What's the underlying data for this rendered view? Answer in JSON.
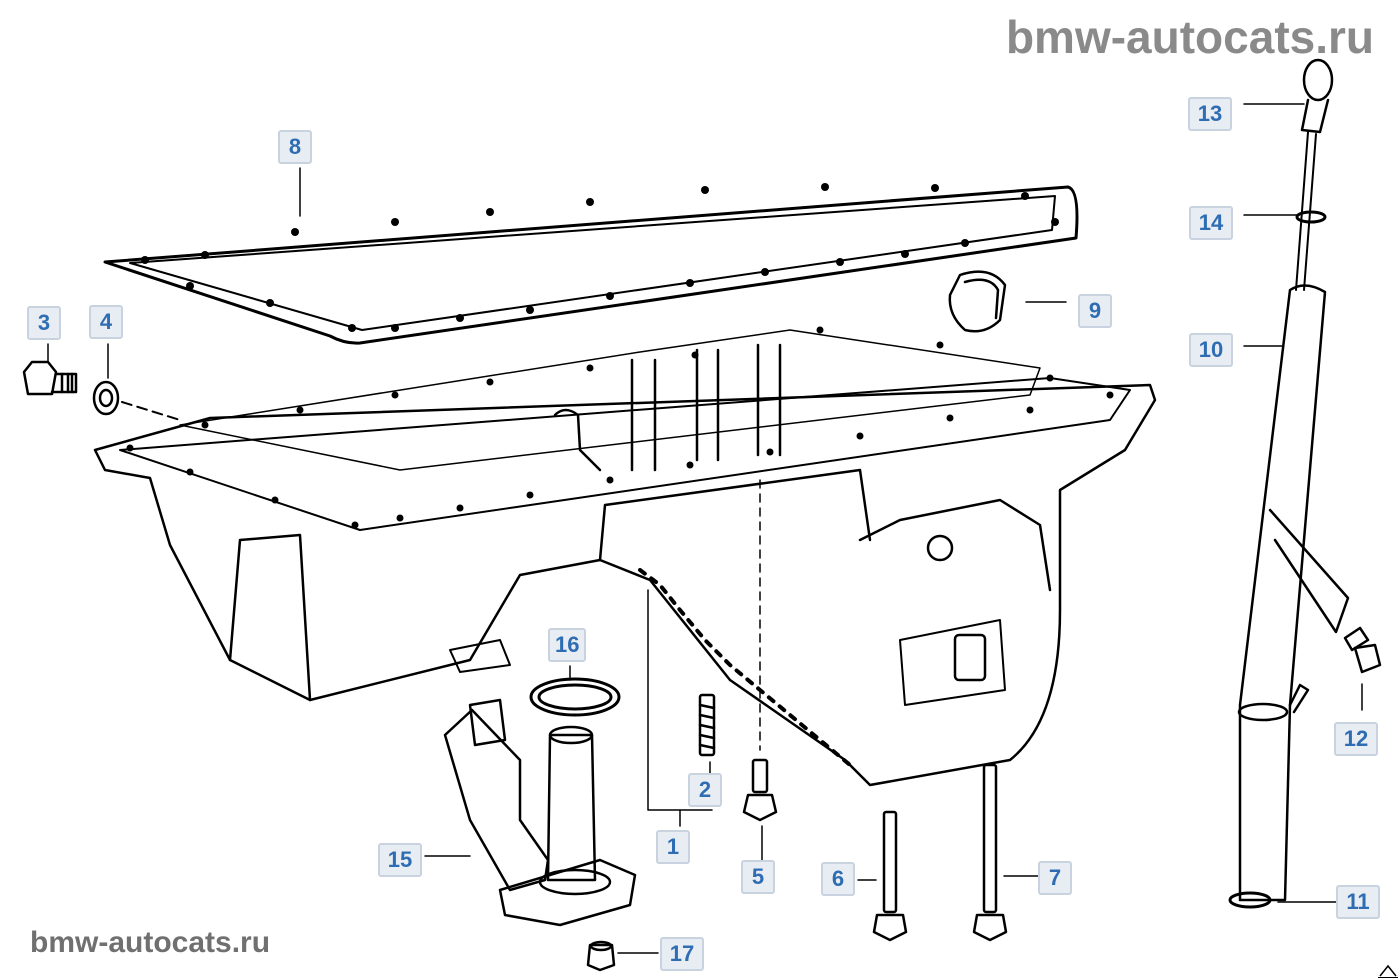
{
  "watermark": {
    "top": "bmw-autocats.ru",
    "bottom": "bmw-autocats.ru"
  },
  "callouts": [
    {
      "id": "1",
      "label": "1"
    },
    {
      "id": "2",
      "label": "2"
    },
    {
      "id": "3",
      "label": "3"
    },
    {
      "id": "4",
      "label": "4"
    },
    {
      "id": "5",
      "label": "5"
    },
    {
      "id": "6",
      "label": "6"
    },
    {
      "id": "7",
      "label": "7"
    },
    {
      "id": "8",
      "label": "8"
    },
    {
      "id": "9",
      "label": "9"
    },
    {
      "id": "10",
      "label": "10"
    },
    {
      "id": "11",
      "label": "11"
    },
    {
      "id": "12",
      "label": "12"
    },
    {
      "id": "13",
      "label": "13"
    },
    {
      "id": "14",
      "label": "14"
    },
    {
      "id": "15",
      "label": "15"
    },
    {
      "id": "16",
      "label": "16"
    },
    {
      "id": "17",
      "label": "17"
    }
  ],
  "colors": {
    "callout_text": "#2f6db3",
    "callout_bg": "#e8edf4",
    "watermark": "#8a8a8a",
    "line": "#000000"
  },
  "icons": {
    "corner": "scroll-up-arrow-icon"
  }
}
